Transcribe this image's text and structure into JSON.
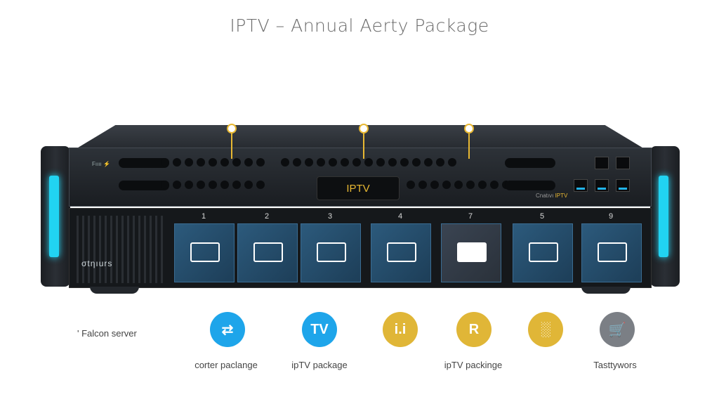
{
  "page": {
    "title": "IPTV – Annual Aerty Package"
  },
  "device": {
    "small_label": "Fıııı ⚡",
    "display_text": "IPTV",
    "brand_tag_prefix": "Cnatıvı",
    "brand_tag_accent": "IPTV",
    "front_label": "σtηıurs",
    "bays": [
      {
        "number": "1",
        "active": false
      },
      {
        "number": "2",
        "active": false
      },
      {
        "number": "3",
        "active": false
      },
      {
        "number": "4",
        "active": false
      },
      {
        "number": "7",
        "active": true
      },
      {
        "number": "5",
        "active": false
      },
      {
        "number": "9",
        "active": false
      }
    ],
    "accent_color": "#21d3f2"
  },
  "legend": {
    "falcon_label": "' Falcon server",
    "items": [
      {
        "icon": "swap-icon",
        "glyph": "⇄",
        "color": "#1ea5ea",
        "label": "corter paclange"
      },
      {
        "icon": "tv-icon",
        "glyph": "TV",
        "color": "#1ea5ea",
        "label": "ipTV package"
      },
      {
        "icon": "info-icon",
        "glyph": "i.i",
        "color": "#e0b637",
        "label": ""
      },
      {
        "icon": "r-badge-icon",
        "glyph": "R",
        "color": "#e0b637",
        "label": "ipTV packinge"
      },
      {
        "icon": "calendar-bag-icon",
        "glyph": "░",
        "color": "#e0b637",
        "label": ""
      },
      {
        "icon": "cart-icon",
        "glyph": "🛒",
        "color": "#7b7f85",
        "label": "Tasttywors"
      }
    ]
  }
}
